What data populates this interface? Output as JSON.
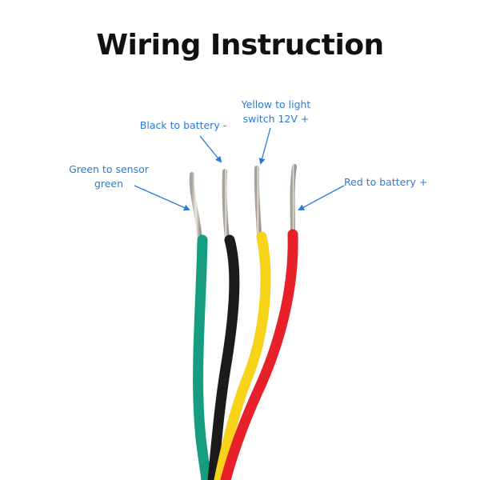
{
  "title": "Wiring Instruction",
  "labels": {
    "green": [
      "Green to sensor",
      "green"
    ],
    "black": [
      "Black to battery -"
    ],
    "yellow": [
      "Yellow to light",
      "switch 12V +"
    ],
    "red": [
      "Red to battery +"
    ]
  },
  "colors": {
    "green_wire": "#169c7e",
    "black_wire": "#1b1b1b",
    "yellow_wire": "#f7d41a",
    "red_wire": "#e8202a",
    "label_text": "#2a7bd6",
    "arrow": "#2a7bd6",
    "copper": "#c9c4bc"
  }
}
